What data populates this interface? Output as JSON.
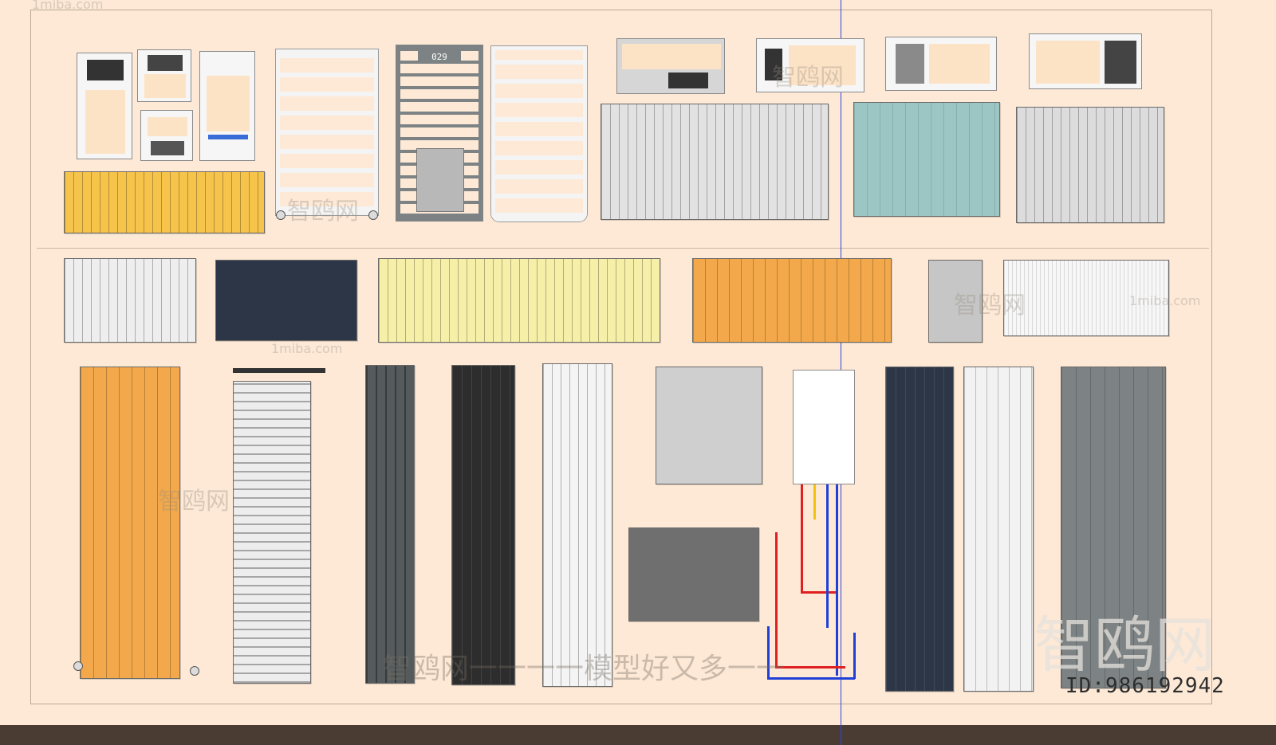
{
  "watermarks": {
    "site_top": "1miba.com",
    "site_right": "1miba.com",
    "site_mid": "1miba.com",
    "brand_short": "智鸥网",
    "brand_long": "智鸥网一一一一模型好又多一一",
    "brand_large": "智鸥网",
    "id_text": "ID:986192942"
  },
  "colors": {
    "background": "#fde9d6",
    "orange": "#f3a94b",
    "yellow": "#f6c44b",
    "pale_yellow": "#f6efa8",
    "navy": "#2c3646",
    "teal": "#9cc6c4",
    "gray": "#7d8384",
    "dark_gray": "#555b5c",
    "charcoal": "#2d2d2d",
    "white": "#f4f4f4",
    "silver": "#c9c9c9",
    "pipe_red": "#e02020",
    "pipe_blue": "#2040d8",
    "pipe_yellow": "#f2c20f"
  },
  "devices": {
    "towel_rack_display": "029"
  }
}
